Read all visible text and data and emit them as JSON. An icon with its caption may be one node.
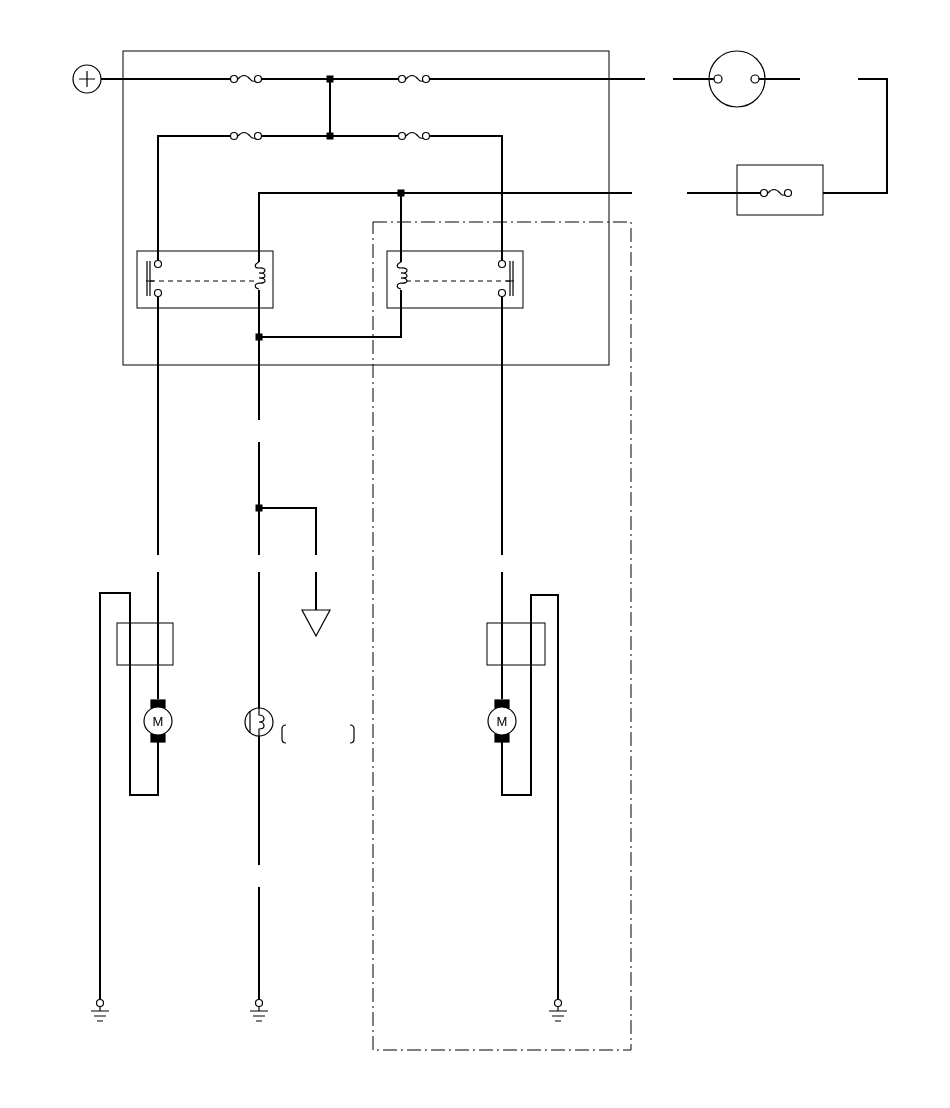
{
  "diagram": {
    "nodes": [
      {
        "text": [
          "M"
        ]
      },
      {
        "text": [],
        "shape": "ground"
      },
      {
        "text": [
          "M"
        ]
      },
      {
        "text": [],
        "shape": "ground"
      }
    ],
    "edges": [
      {
        "from": 0,
        "to": 1,
        "arrow": "none"
      },
      {
        "from": 2,
        "to": 3,
        "arrow": "none"
      }
    ]
  }
}
